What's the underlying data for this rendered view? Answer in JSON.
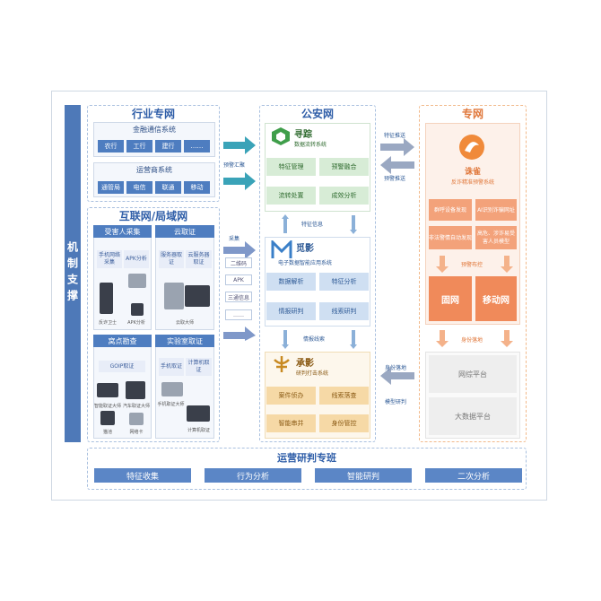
{
  "sidebar": {
    "label": "机制支撑"
  },
  "industry": {
    "title": "行业专网",
    "finance": {
      "title": "金融通信系统",
      "items": [
        "农行",
        "工行",
        "建行",
        "……"
      ]
    },
    "carrier": {
      "title": "运营商系统",
      "items": [
        "通管局",
        "电信",
        "联通",
        "移动"
      ]
    }
  },
  "internet": {
    "title": "互联网/局域网",
    "victim": {
      "title": "受害人采集",
      "items": [
        "手机网络采集",
        "APK分析"
      ],
      "dev": [
        "反诈卫士",
        "APK分析"
      ]
    },
    "cloud": {
      "title": "云取证",
      "items": [
        "服务器取证",
        "云服务器取证"
      ],
      "dev": "云取大师"
    },
    "hotspot": {
      "title": "窝点勘查",
      "items": [
        "GOIP取证"
      ],
      "dev": [
        "智能取证大师",
        "汽车取证大师",
        "猫池",
        "网络卡"
      ]
    },
    "lab": {
      "title": "实验室取证",
      "items": [
        "手机取证",
        "计算机取证"
      ],
      "dev": [
        "手机取证大师",
        "计算机取证"
      ]
    }
  },
  "police": {
    "title": "公安网",
    "xunzong": {
      "name": "寻踪",
      "desc": "数据流转系统",
      "items": [
        "特征管理",
        "预警融合",
        "流转处置",
        "成效分析"
      ]
    },
    "mingying": {
      "name": "觅影",
      "desc": "电子数据智能应用系统",
      "items": [
        "数据解析",
        "特征分析",
        "情报研判",
        "线索研判"
      ]
    },
    "chengying": {
      "name": "承影",
      "desc": "研判打击系统",
      "items": [
        "案件侦办",
        "线索落查",
        "智能串并",
        "身份管控"
      ]
    },
    "flow_feature": "特征信息",
    "flow_intel": "情报线索"
  },
  "mid": {
    "collect": "采集",
    "inputs": [
      "二维码",
      "APK",
      "三通信息",
      "……"
    ]
  },
  "arrows": {
    "warn_report": "预警汇聚",
    "feature_push": "特征推送",
    "warn_push": "预警推送",
    "identity": "身份落地",
    "model": "模型研判"
  },
  "private": {
    "title": "专网",
    "zhuque": {
      "name": "诛雀",
      "desc": "反诈精准预警系统"
    },
    "items": [
      "群呼设备发现",
      "AI识别诈骗网址",
      "非法警情自动发现",
      "高危、涉诈易受害人员模型"
    ],
    "flow_warn": "预警布控",
    "nets": [
      "固网",
      "移动网"
    ],
    "flow_identity": "身份落地",
    "platforms": [
      "网综平台",
      "大数据平台"
    ]
  },
  "bottom": {
    "title": "运营研判专班",
    "items": [
      "特征收集",
      "行为分析",
      "智能研判",
      "二次分析"
    ]
  }
}
